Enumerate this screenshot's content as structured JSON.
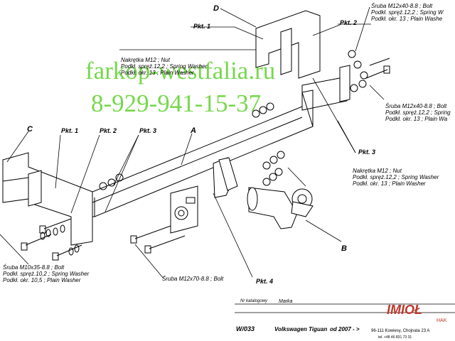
{
  "watermark": {
    "line1": "farkop-westfalia.ru",
    "line2": "8-929-941-15-37",
    "color": "#5fd22e"
  },
  "part_labels": {
    "A": "A",
    "B": "B",
    "C": "C",
    "D": "D"
  },
  "pkt": {
    "pkt1_top": "Pkt. 1",
    "pkt2_top": "Pkt. 2",
    "pkt3_right": "Pkt. 3",
    "pkt1_left": "Pkt. 1",
    "pkt2_left": "Pkt. 2",
    "pkt3_left": "Pkt. 3",
    "pkt4": "Pkt. 4"
  },
  "annotations": {
    "nut_top": [
      "Nakrętka  M12 ; Nut",
      "Podkł. spręż.12,2 ; Spring Washer",
      "Podkł. okr. 13 ; Plain Washer"
    ],
    "bolt_top_right": [
      "Śruba M12x40-8.8 ;  Bolt",
      "Podkł. spręż.12,2 ; Spring W",
      "Podkł. okr. 13 ; Plain Washe"
    ],
    "bolt_mid_right": [
      "Śruba M12x40-8.8 ;  Bolt",
      "Podkł. spręż.12,2 ; Spring",
      "Podkł. okr. 13 ; Plain Wa"
    ],
    "nut_right": [
      "Nakrętka  M12 ; Nut",
      "Podkł. spręż.12,2 ; Spring Washer",
      "Podkł. okr. 13 ; Plain Washer"
    ],
    "bolt_left": [
      "Śruba M10x35-8.8 ;  Bolt",
      "Podkł. spręż.10,2 ; Spring Washer",
      "Podkł. okr. 10,5 ; Plain Washer"
    ],
    "bolt_center": "Śruba M12x70-8.8 ;  Bolt"
  },
  "footer": {
    "catalog_label": "Nr katalogowy",
    "catalog_value": "W/033",
    "brand_label": "Marka",
    "brand_value": "Volkswagen Tiguan",
    "date_value": "od 2007 - >",
    "company_logo": "IMIOŁ",
    "company_sub": "HAK",
    "address": "96-111 Kowiesy, Chojnata 23 A",
    "phone": "tel. +48 46 831 73 31",
    "logo_color": "#c0392b"
  }
}
